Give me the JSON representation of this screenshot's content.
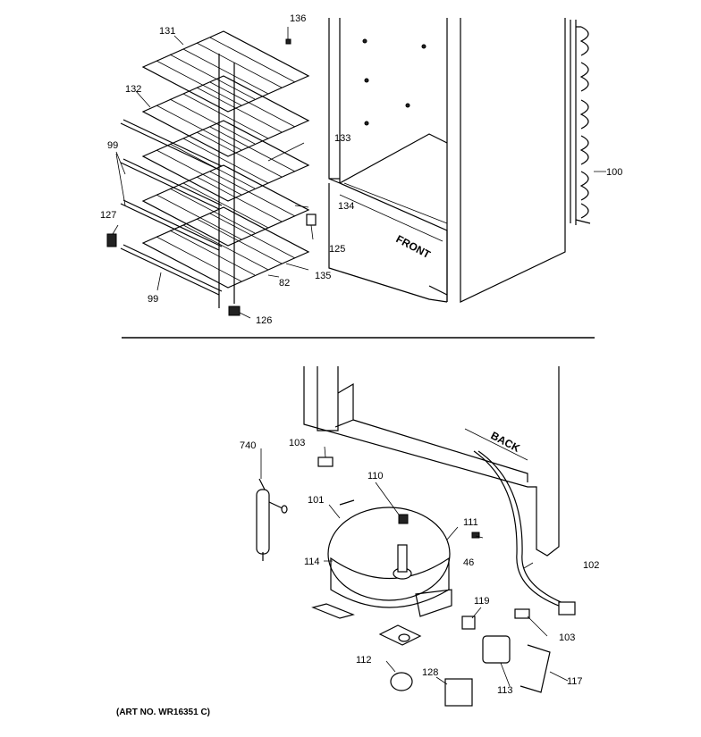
{
  "labels": {
    "p131": "131",
    "p136": "136",
    "p132": "132",
    "p99a": "99",
    "p133": "133",
    "p127": "127",
    "p134": "134",
    "p125": "125",
    "p135": "135",
    "p82": "82",
    "p99b": "99",
    "p126": "126",
    "p100": "100",
    "front": "FRONT",
    "back": "BACK",
    "p740": "740",
    "p103a": "103",
    "p110": "110",
    "p101": "101",
    "p111": "111",
    "p46": "46",
    "p114": "114",
    "p102": "102",
    "p119": "119",
    "p103b": "103",
    "p112": "112",
    "p128": "128",
    "p113": "113",
    "p117": "117"
  },
  "art_number": "(ART NO. WR16351 C)"
}
